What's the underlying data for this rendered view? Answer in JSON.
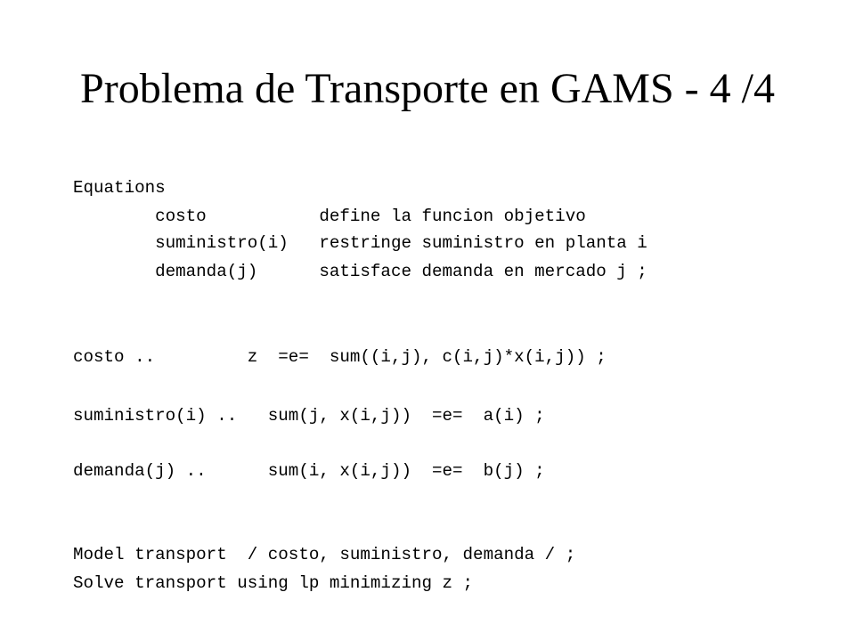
{
  "slide": {
    "title": "Problema de Transporte en GAMS - 4 /4",
    "code_lines": [
      "Equations",
      "        costo           define la funcion objetivo",
      "        suministro(i)   restringe suministro en planta i",
      "        demanda(j)      satisface demanda en mercado j ;",
      "costo ..         z  =e=  sum((i,j), c(i,j)*x(i,j)) ;",
      "suministro(i) ..   sum(j, x(i,j))  =e=  a(i) ;",
      "demanda(j) ..      sum(i, x(i,j))  =e=  b(j) ;",
      "Model transport  / costo, suministro, demanda / ;",
      "Solve transport using lp minimizing z ;"
    ]
  }
}
